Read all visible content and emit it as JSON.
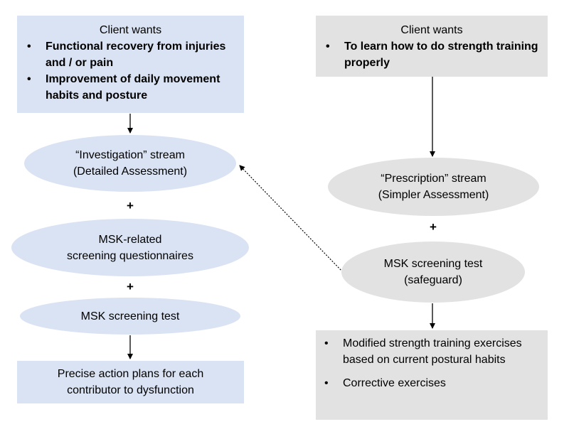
{
  "left": {
    "top_box": {
      "heading": "Client wants",
      "items": [
        "Functional recovery from injuries and / or pain",
        "Improvement of daily movement habits and posture"
      ]
    },
    "investigation": {
      "line1": "“Investigation” stream",
      "line2": "(Detailed Assessment)"
    },
    "plus1": "+",
    "questionnaires": {
      "line1": "MSK-related",
      "line2": "screening questionnaires"
    },
    "plus2": "+",
    "screening": {
      "line1": "MSK screening test"
    },
    "bottom_box": {
      "line1": "Precise action plans for each",
      "line2": "contributor to dysfunction"
    }
  },
  "right": {
    "top_box": {
      "heading": "Client wants",
      "items": [
        "To learn how to do strength training properly"
      ]
    },
    "prescription": {
      "line1": "“Prescription” stream",
      "line2": "(Simpler Assessment)"
    },
    "plus1": "+",
    "screening": {
      "line1": "MSK screening test",
      "line2": "(safeguard)"
    },
    "bottom_box": {
      "items": [
        "Modified strength training exercises based on current postural habits",
        "Corrective exercises"
      ]
    }
  },
  "colors": {
    "blue_fill": "#dae3f3",
    "gray_fill": "#e2e2e2"
  }
}
